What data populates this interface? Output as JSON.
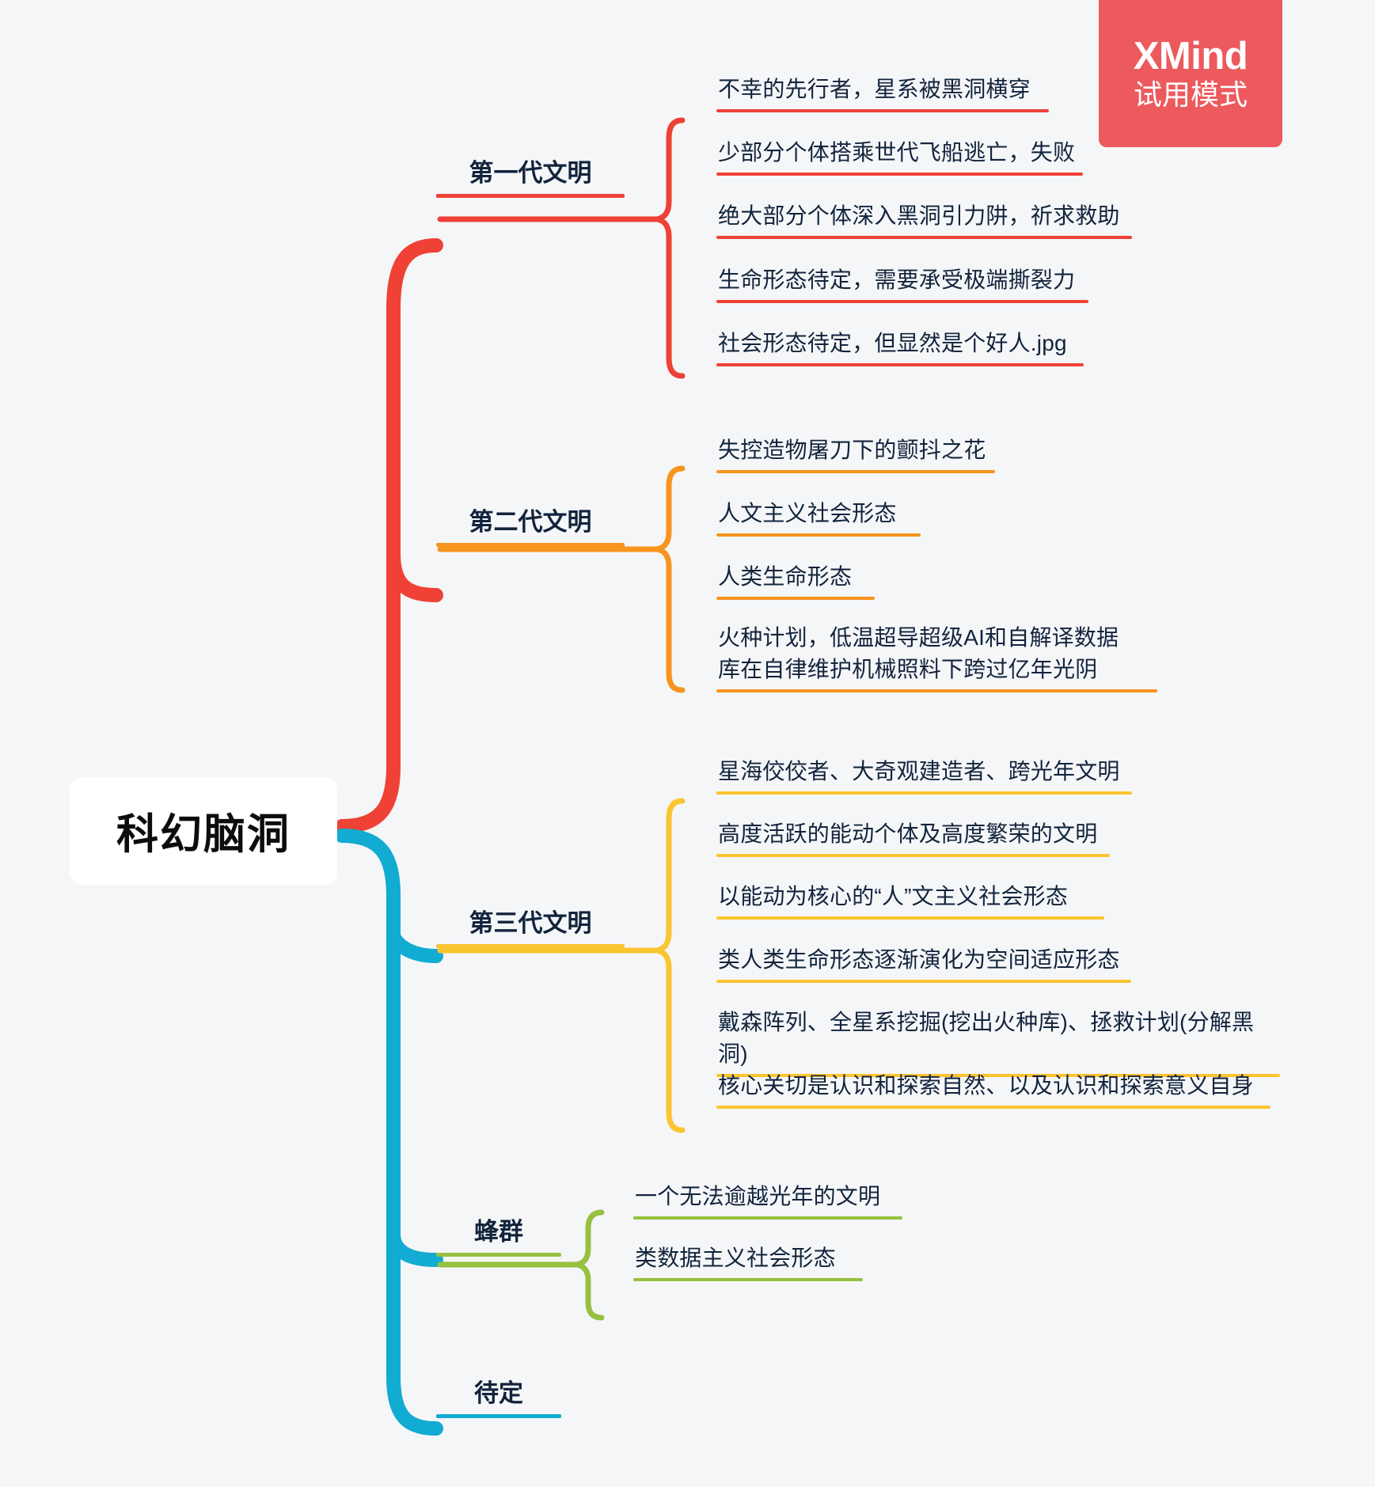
{
  "watermark": {
    "title": "XMind",
    "subtitle": "试用模式",
    "color": "#ec5a5e"
  },
  "central": {
    "label": "科幻脑洞"
  },
  "colors": {
    "gen1": "#ef4136",
    "gen2": "#f7941e",
    "gen3": "#fbc531",
    "swarm": "#97c040",
    "pending": "#12abd1",
    "text": "#12243c",
    "canvas": "#f5f6f8"
  },
  "branches": [
    {
      "id": "gen1",
      "label": "第一代文明",
      "color": "#ef4136",
      "children": [
        {
          "text": "不幸的先行者，星系被黑洞横穿"
        },
        {
          "text": "少部分个体搭乘世代飞船逃亡，失败"
        },
        {
          "text": "绝大部分个体深入黑洞引力阱，祈求救助"
        },
        {
          "text": "生命形态待定，需要承受极端撕裂力"
        },
        {
          "text": "社会形态待定，但显然是个好人.jpg"
        }
      ]
    },
    {
      "id": "gen2",
      "label": "第二代文明",
      "color": "#f7941e",
      "children": [
        {
          "text": "失控造物屠刀下的颤抖之花"
        },
        {
          "text": "人文主义社会形态"
        },
        {
          "text": "人类生命形态"
        },
        {
          "text": "火种计划，低温超导超级AI和自解译数据\n库在自律维护机械照料下跨过亿年光阴"
        }
      ]
    },
    {
      "id": "gen3",
      "label": "第三代文明",
      "color": "#fbc531",
      "children": [
        {
          "text": "星海佼佼者、大奇观建造者、跨光年文明"
        },
        {
          "text": "高度活跃的能动个体及高度繁荣的文明"
        },
        {
          "text": "以能动为核心的“人”文主义社会形态"
        },
        {
          "text": "类人类生命形态逐渐演化为空间适应形态"
        },
        {
          "text": "戴森阵列、全星系挖掘(挖出火种库)、拯救计划(分解黑洞)"
        },
        {
          "text": "核心关切是认识和探索自然、以及认识和探索意义自身"
        }
      ]
    },
    {
      "id": "swarm",
      "label": "蜂群",
      "color": "#97c040",
      "children": [
        {
          "text": "一个无法逾越光年的文明"
        },
        {
          "text": "类数据主义社会形态"
        }
      ]
    },
    {
      "id": "pending",
      "label": "待定",
      "color": "#12abd1",
      "children": []
    }
  ]
}
